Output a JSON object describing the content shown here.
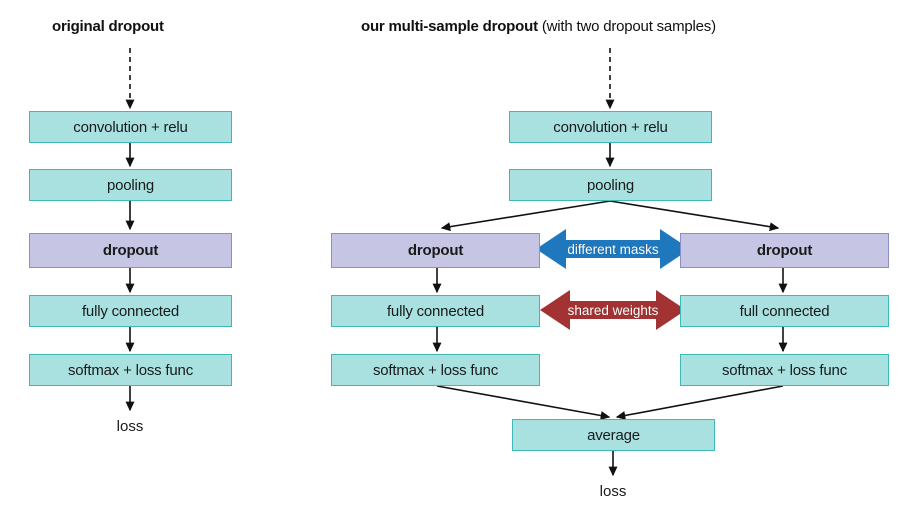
{
  "figure": {
    "background": "#ffffff",
    "teal_fill": "#a9e1e1",
    "teal_stroke": "#41b8b8",
    "purple_fill": "#c6c6e4",
    "purple_stroke": "#8e8ec6",
    "blue_arrow": "#1f78bd",
    "red_arrow": "#a33333",
    "edge_color": "#111111"
  },
  "left_panel": {
    "title": {
      "bold": "original dropout",
      "normal": ""
    },
    "nodes": [
      {
        "label": "convolution + relu",
        "style": "teal"
      },
      {
        "label": "pooling",
        "style": "teal"
      },
      {
        "label": "dropout",
        "style": "purple"
      },
      {
        "label": "fully connected",
        "style": "teal"
      },
      {
        "label": "softmax + loss func",
        "style": "teal"
      }
    ],
    "output_label": "loss"
  },
  "right_panel": {
    "title": {
      "bold": "our multi-sample dropout",
      "normal": " (with two dropout samples)"
    },
    "trunk_nodes": [
      {
        "label": "convolution + relu",
        "style": "teal"
      },
      {
        "label": "pooling",
        "style": "teal"
      }
    ],
    "left_branch": [
      {
        "label": "dropout",
        "style": "purple"
      },
      {
        "label": "fully connected",
        "style": "teal"
      },
      {
        "label": "softmax + loss func",
        "style": "teal"
      }
    ],
    "right_branch": [
      {
        "label": "dropout",
        "style": "purple"
      },
      {
        "label": "full connected",
        "style": "teal"
      },
      {
        "label": "softmax + loss func",
        "style": "teal"
      }
    ],
    "merge_node": {
      "label": "average",
      "style": "teal"
    },
    "output_label": "loss",
    "relations": [
      {
        "label": "different masks",
        "color": "#1f78bd"
      },
      {
        "label": "shared weights",
        "color": "#a33333"
      }
    ]
  }
}
